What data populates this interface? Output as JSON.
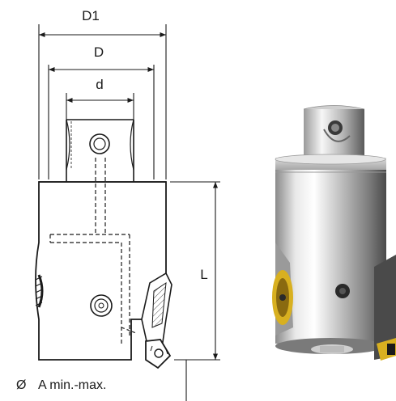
{
  "dimensions": {
    "d1": "D1",
    "d": "D",
    "d_small": "d",
    "l": "L"
  },
  "footnote": {
    "symbol": "Ø",
    "text": "A min.-max."
  },
  "colors": {
    "line": "#1a1a1a",
    "body_fill": "#f4f4f4",
    "hatch": "#555555",
    "insert_gold": "#d8b020",
    "metal_light": "#f2f2f2",
    "metal_dark": "#6a6a6a"
  }
}
